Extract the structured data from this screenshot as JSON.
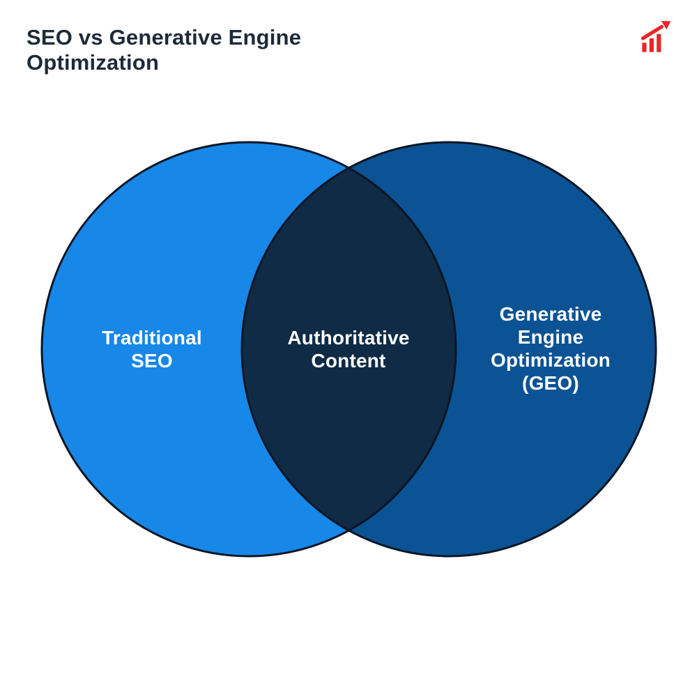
{
  "page": {
    "background_color": "#ffffff"
  },
  "header": {
    "title": "SEO vs Generative Engine Optimization",
    "title_color": "#1e2a38"
  },
  "brand": {
    "icon": "growth-chart-icon",
    "icon_color": "#e8262b"
  },
  "venn": {
    "left": {
      "label": "Traditional SEO",
      "color": "#1787e8"
    },
    "right": {
      "label": "Generative Engine Optimization (GEO)",
      "color": "#0b5394"
    },
    "overlap": {
      "label": "Authoritative Content",
      "color": "#0f2b45"
    },
    "outline_color": "#0b1624",
    "label_color": "#ffffff"
  }
}
